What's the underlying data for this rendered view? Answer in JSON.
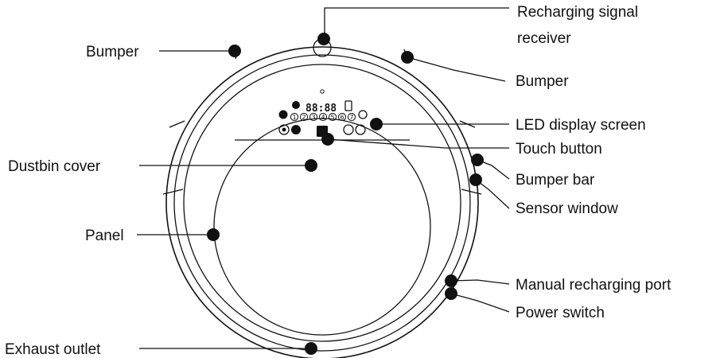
{
  "labels": {
    "recharging_signal_receiver_line1": "Recharging signal",
    "recharging_signal_receiver_line2": "receiver",
    "bumper_left": "Bumper",
    "bumper_right": "Bumper",
    "led_display_screen": "LED display screen",
    "touch_button": "Touch button",
    "dustbin_cover": "Dustbin cover",
    "bumper_bar": "Bumper bar",
    "sensor_window": "Sensor window",
    "panel": "Panel",
    "manual_recharging_port": "Manual recharging port",
    "power_switch": "Power switch",
    "exhaust_outlet": "Exhaust outlet"
  },
  "display": {
    "digits": "88:88",
    "schedule_numbers": [
      "1",
      "2",
      "3",
      "4",
      "5",
      "6",
      "7"
    ]
  }
}
